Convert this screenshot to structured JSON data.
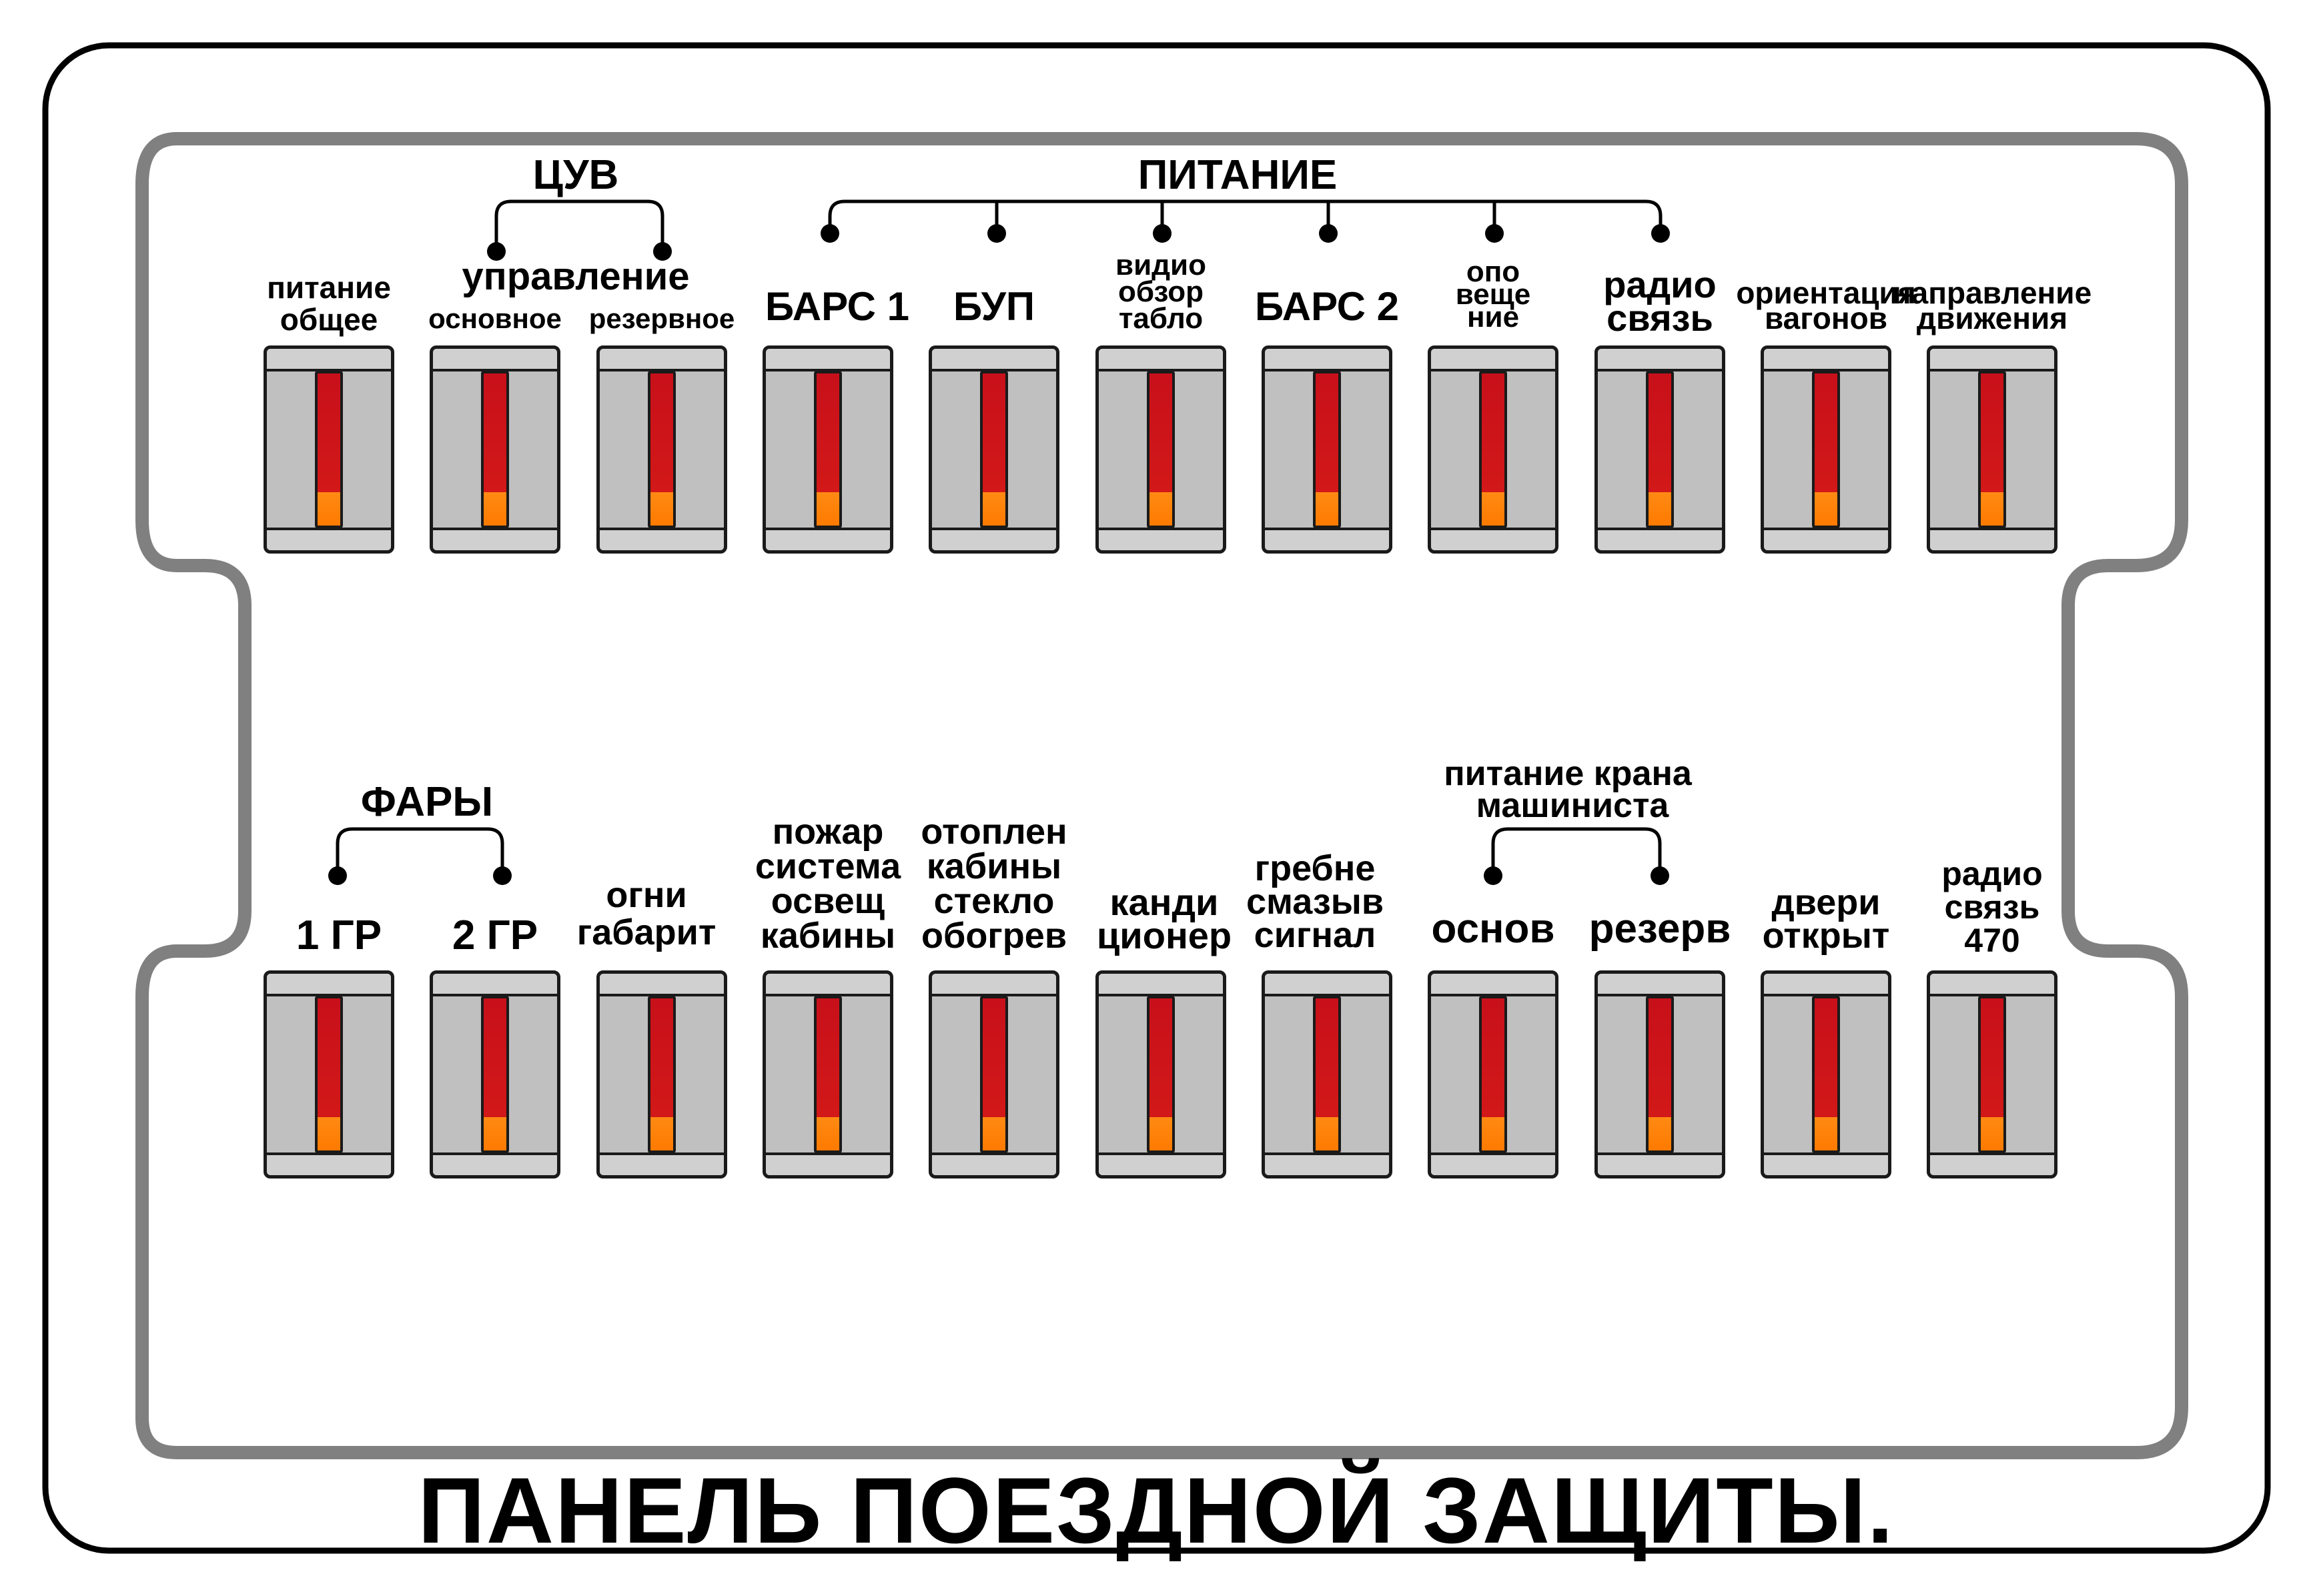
{
  "title": "ПАНЕЛЬ ПОЕЗДНОЙ ЗАЩИТЫ.",
  "colors": {
    "lever_red": "#d21818",
    "lever_orange": "#ff7a00",
    "switch_body": "#c0c0c0",
    "inner_frame": "#808080",
    "outer_frame": "#000000"
  },
  "groups": {
    "cuv": "ЦУВ",
    "upravlenie": "управление",
    "pitanie": "ПИТАНИЕ",
    "fary": "ФАРЫ",
    "kran_line1": "питание крана",
    "kran_line2": "машиниста"
  },
  "top_row": [
    {
      "lines": [
        "питание",
        "общее"
      ]
    },
    {
      "lines": [
        "основное"
      ]
    },
    {
      "lines": [
        "резервное"
      ]
    },
    {
      "lines": [
        "БАРС 1"
      ]
    },
    {
      "lines": [
        "БУП"
      ]
    },
    {
      "lines": [
        "видио",
        "обзор",
        "табло"
      ]
    },
    {
      "lines": [
        "БАРС 2"
      ]
    },
    {
      "lines": [
        "опо",
        "веще",
        "ние"
      ]
    },
    {
      "lines": [
        "радио",
        "связь"
      ]
    },
    {
      "lines": [
        "ориентация",
        "вагонов"
      ]
    },
    {
      "lines": [
        "направление",
        "движения"
      ]
    }
  ],
  "bottom_row": [
    {
      "lines": [
        "1 ГР"
      ]
    },
    {
      "lines": [
        "2 ГР"
      ]
    },
    {
      "lines": [
        "огни",
        "габарит"
      ]
    },
    {
      "lines": [
        "пожар",
        "система",
        "освещ",
        "кабины"
      ]
    },
    {
      "lines": [
        "отоплен",
        "кабины",
        "стекло",
        "обогрев"
      ]
    },
    {
      "lines": [
        "канди",
        "ционер"
      ]
    },
    {
      "lines": [
        "гребне",
        "смазыв",
        "сигнал"
      ]
    },
    {
      "lines": [
        "основ"
      ]
    },
    {
      "lines": [
        "резерв"
      ]
    },
    {
      "lines": [
        "двери",
        "открыт"
      ]
    },
    {
      "lines": [
        "радио",
        "связь",
        "470"
      ]
    }
  ]
}
